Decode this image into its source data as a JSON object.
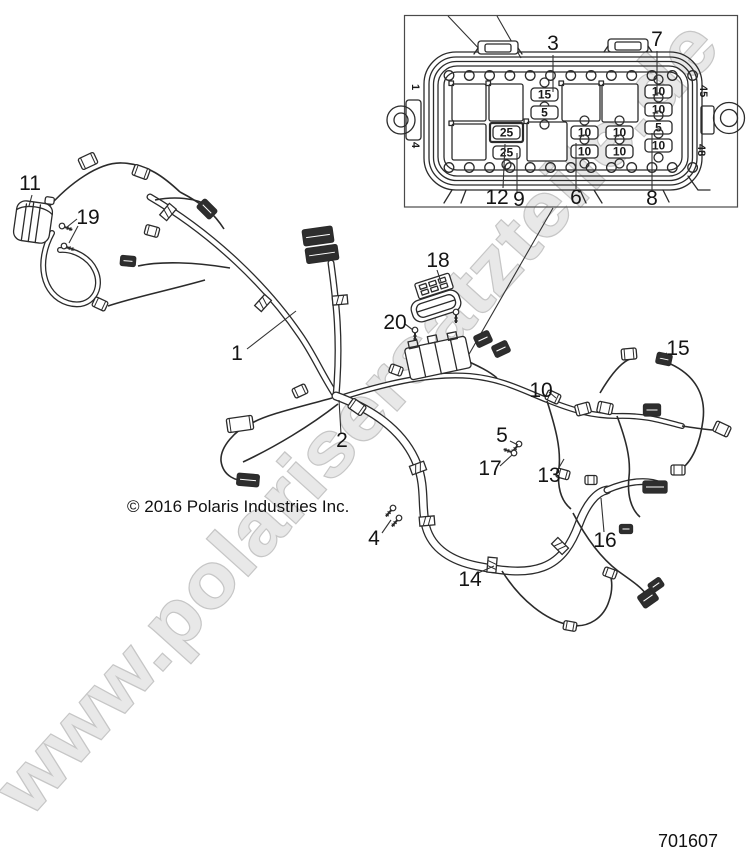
{
  "watermark": {
    "text": "www.polarisersatzteile.de"
  },
  "footer": {
    "copyright": "© 2016 Polaris Industries Inc.",
    "part_number": "701607"
  },
  "inset": {
    "cavity_labels": {
      "top_left": "1",
      "bottom_left": "4",
      "top_right": "45",
      "bottom_right": "48"
    },
    "fuses": {
      "middle_column": [
        "15",
        "5"
      ],
      "right_column": [
        "10",
        "10",
        "5",
        "10"
      ],
      "lower_left_column": [
        "25",
        "25"
      ],
      "lower_mid_column_a": [
        "10",
        "10"
      ],
      "lower_mid_column_b": [
        "10",
        "10"
      ]
    },
    "callouts": [
      "3",
      "7",
      "12",
      "9",
      "6",
      "8"
    ]
  },
  "callouts": [
    "1",
    "2",
    "4",
    "5",
    "10",
    "11",
    "13",
    "14",
    "15",
    "16",
    "17",
    "18",
    "19",
    "20"
  ]
}
